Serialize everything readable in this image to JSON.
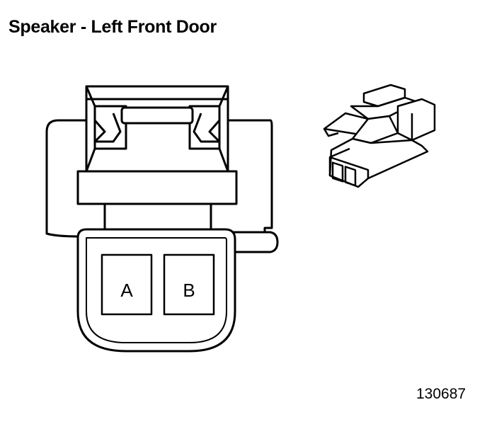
{
  "title": "Speaker - Left Front Door",
  "figure_number": "130687",
  "pins": [
    {
      "label": "A"
    },
    {
      "label": "B"
    }
  ]
}
